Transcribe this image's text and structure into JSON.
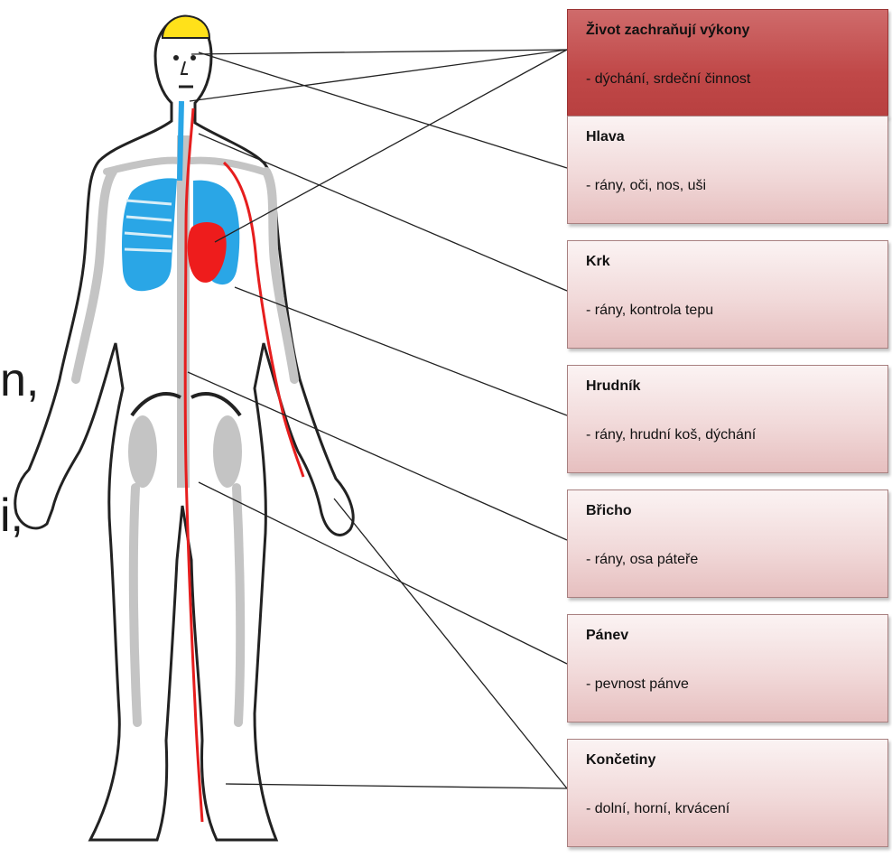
{
  "side_text": [
    "n,",
    "i,"
  ],
  "boxes": [
    {
      "title": "Život zachraňují  výkony",
      "desc": "- dýchání, srdeční činnost"
    },
    {
      "title": "Hlava",
      "desc": "- rány, oči, nos, uši"
    },
    {
      "title": "Krk",
      "desc": "- rány, kontrola tepu"
    },
    {
      "title": "Hrudník",
      "desc": "- rány, hrudní koš, dýchání"
    },
    {
      "title": "Břicho",
      "desc": "- rány, osa páteře"
    },
    {
      "title": "Pánev",
      "desc": "- pevnost pánve"
    },
    {
      "title": "Končetiny",
      "desc": "- dolní, horní, krvácení"
    }
  ],
  "colors": {
    "hair": "#ffe11a",
    "lungs": "#2aa6e6",
    "heart": "#ee1c1c",
    "artery": "#e61e1e",
    "bone": "#c4c4c4",
    "top_box": "#c04848",
    "box": "#f1d9d9"
  }
}
